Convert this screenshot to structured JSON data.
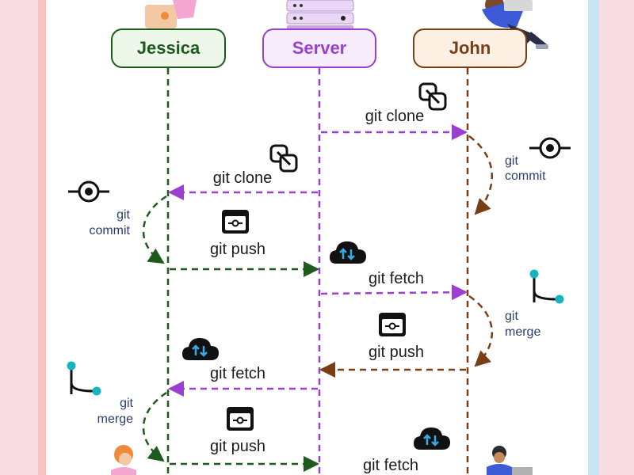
{
  "colors": {
    "jessica": "#1e5a1e",
    "server": "#9b3fd0",
    "john": "#7a3e17",
    "icon_dark": "#111111",
    "teal": "#16b3c2"
  },
  "lanes": {
    "jessica": "Jessica",
    "server": "Server",
    "john": "John"
  },
  "messages": {
    "m1": "git clone",
    "m2": "git clone",
    "m3": "git push",
    "m4": "git fetch",
    "m5": "git push",
    "m6": "git fetch",
    "m7": "git push",
    "m8": "git fetch"
  },
  "local_ops": {
    "john_commit": {
      "line1": "git",
      "line2": "commit"
    },
    "jessica_commit": {
      "line1": "git",
      "line2": "commit"
    },
    "john_merge": {
      "line1": "git",
      "line2": "merge"
    },
    "jessica_merge": {
      "line1": "git",
      "line2": "merge"
    }
  },
  "icons": {
    "clone": "chain-link-icon",
    "commit": "commit-node-icon",
    "push": "push-window-icon",
    "fetch": "cloud-sync-icon",
    "merge": "branch-merge-icon",
    "server": "server-rack-icon",
    "person": "person-illustration"
  }
}
